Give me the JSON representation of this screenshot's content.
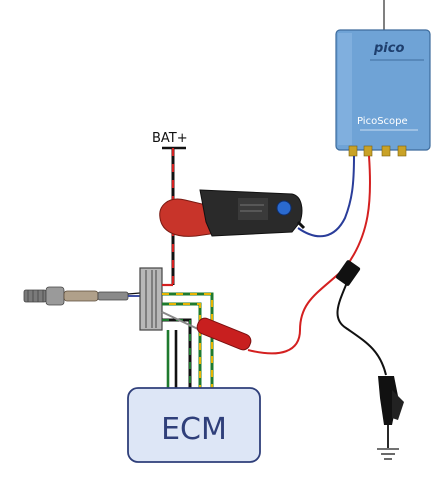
{
  "labels": {
    "battery": "BAT+",
    "ecm": "ECM",
    "scope_brand": "pico",
    "scope_model": "PicoScope"
  },
  "colors": {
    "ecm_fill": "#dde6f6",
    "ecm_stroke": "#2f3f7a",
    "ecm_text": "#2f3f7a",
    "scope_body": "#6a9ed2",
    "wire_red": "#d42020",
    "wire_blue": "#2a3d9a",
    "wire_black": "#111111",
    "wire_green": "#1e7a2e",
    "wire_yellow": "#e8b400",
    "clamp_red": "#c8342a",
    "probe_red": "#c81f1f",
    "connector_grey": "#b8b8b8"
  }
}
